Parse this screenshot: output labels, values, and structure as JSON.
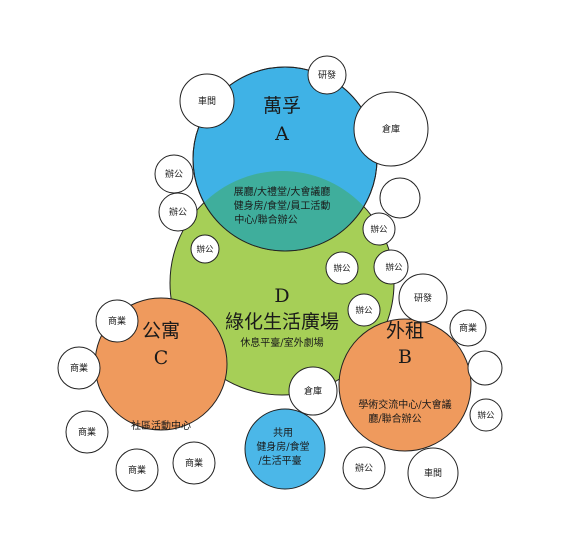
{
  "colors": {
    "zone_a": "#3fb2e6",
    "zone_d": "#a6cf57",
    "zone_c": "#ef9a5d",
    "zone_b": "#ef9a5d",
    "shared": "#4bb7e8",
    "overlap_ad": "#3fae9c",
    "outline": "#222222"
  },
  "zones": {
    "a": {
      "name": "萬孚",
      "letter": "A",
      "desc": [
        "展廳/大禮堂/大會議廳",
        "健身房/食堂/員工活動",
        "中心/聯合辦公"
      ]
    },
    "d": {
      "letter": "D",
      "name": "綠化生活廣場",
      "desc": "休息平臺/室外劇場"
    },
    "c": {
      "name": "公寓",
      "letter": "C",
      "desc": "社區活動中心"
    },
    "b": {
      "name": "外租",
      "letter": "B",
      "desc": [
        "學術交流中心/大會議",
        "廳/聯合辦公"
      ]
    },
    "shared": {
      "title": "共用",
      "desc": [
        "健身房/食堂",
        "/生活平臺"
      ]
    }
  },
  "tags": {
    "cheijian_a": "車間",
    "yanfa_a": "研發",
    "cangku_a": "倉庫",
    "bangong_a1": "辦公",
    "bangong_a2": "辦公",
    "bangong_d1": "辦公",
    "bangong_d2": "辦公",
    "bangong_d3": "辦公",
    "bangong_d4": "辦公",
    "bangong_d5": "辦公",
    "shangye_c1": "商業",
    "shangye_c2": "商業",
    "shangye_c3": "商業",
    "shangye_c4": "商業",
    "shangye_c5": "商業",
    "yanfa_b": "研發",
    "shangye_b": "商業",
    "bangong_b1": "辦公",
    "bangong_b2": "辦公",
    "cheijian_b": "車間",
    "cangku_b": "倉庫"
  }
}
